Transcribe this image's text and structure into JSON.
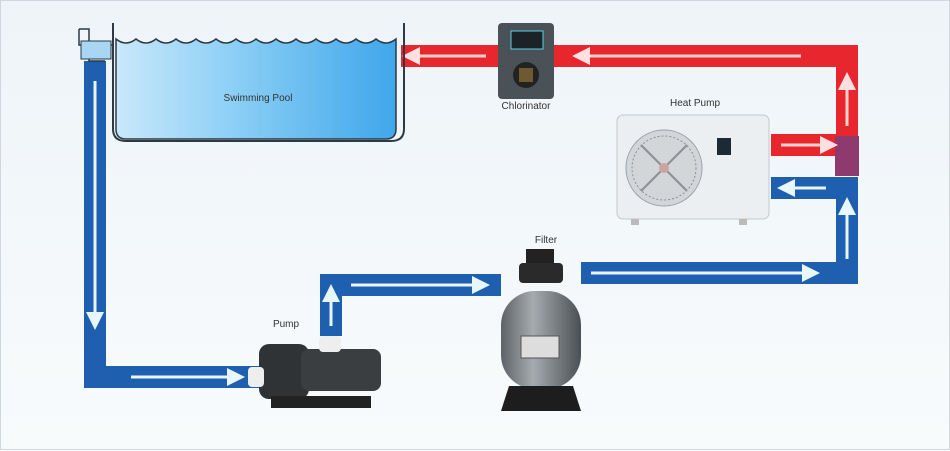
{
  "labels": {
    "pool": "Swimming Pool",
    "chlorinator": "Chlorinator",
    "heat_pump": "Heat Pump",
    "filter": "Filter",
    "pump": "Pump"
  },
  "colors": {
    "cold_pipe": "#1f5fb0",
    "hot_pipe": "#e8262d",
    "pool_water": "#5ab4ec",
    "arrow": "#dff1ff"
  }
}
